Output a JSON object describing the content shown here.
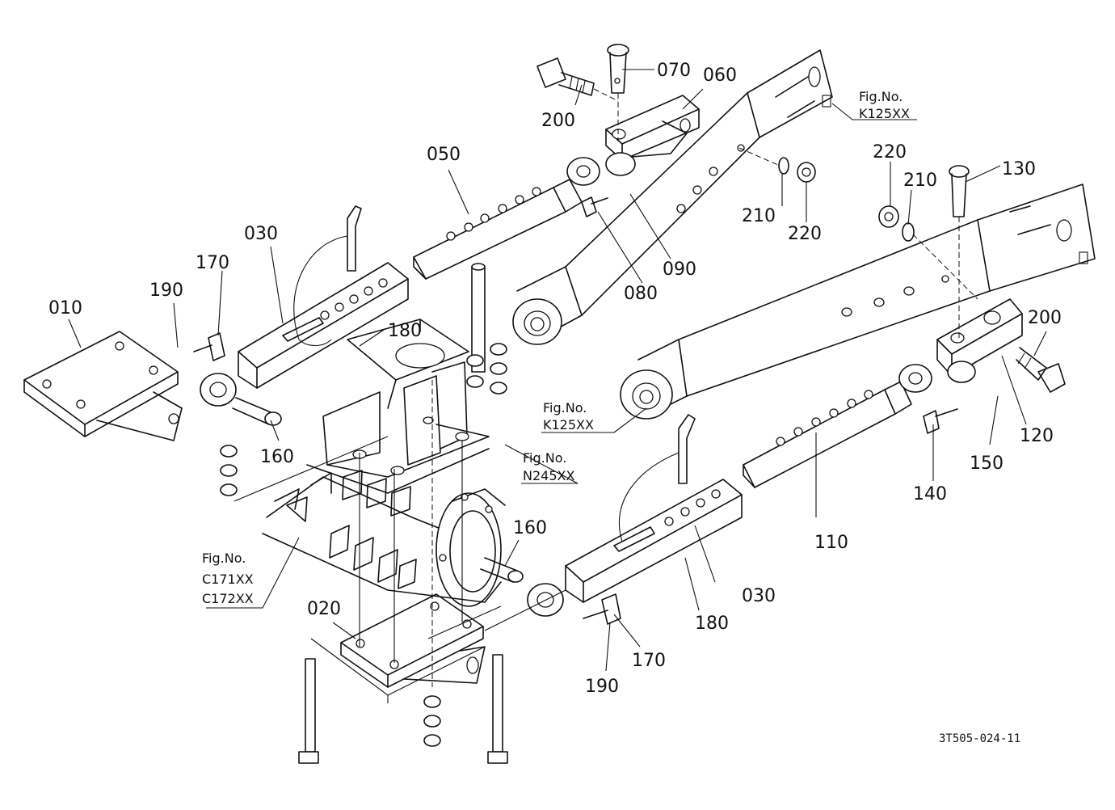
{
  "diagram": {
    "part_labels": {
      "p010": "010",
      "p020": "020",
      "p030a": "030",
      "p030b": "030",
      "p050": "050",
      "p060": "060",
      "p070": "070",
      "p080": "080",
      "p090": "090",
      "p110": "110",
      "p120": "120",
      "p130": "130",
      "p140": "140",
      "p150": "150",
      "p160a": "160",
      "p160b": "160",
      "p170a": "170",
      "p170b": "170",
      "p180a": "180",
      "p180b": "180",
      "p190a": "190",
      "p190b": "190",
      "p200a": "200",
      "p200b": "200",
      "p210a": "210",
      "p210b": "210",
      "p220a": "220",
      "p220b": "220"
    },
    "figure_refs": {
      "ref_k125_top": {
        "line1": "Fig.No.",
        "line2": "K125XX"
      },
      "ref_k125_mid": {
        "line1": "Fig.No.",
        "line2": "K125XX"
      },
      "ref_n245": {
        "line1": "Fig.No.",
        "line2": "N245XX"
      },
      "ref_c171": {
        "line1": "Fig.No.",
        "line2": "C171XX",
        "line3": "C172XX"
      }
    },
    "drawing_code": "3T505-024-11"
  }
}
